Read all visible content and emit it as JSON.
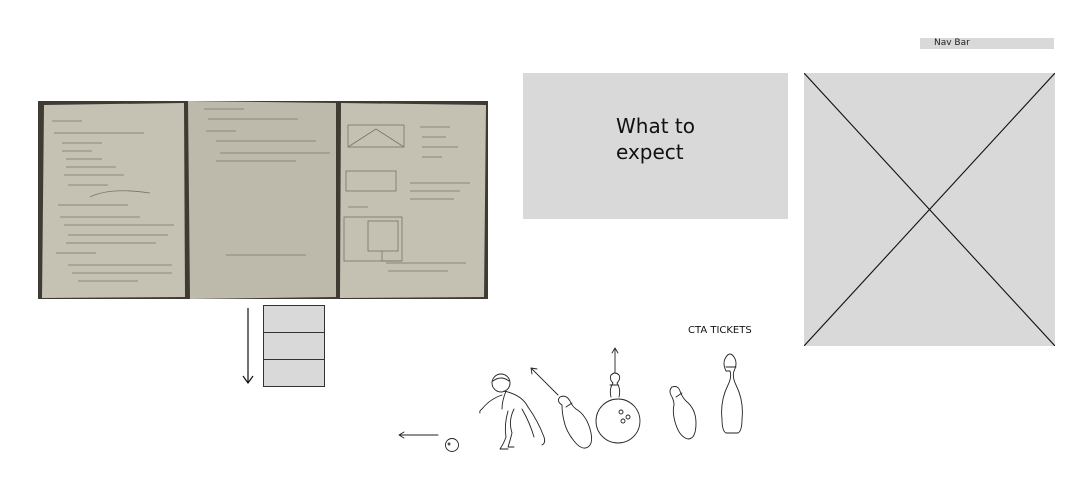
{
  "nav": {
    "label": "Nav Bar",
    "color": "#d9d9d9"
  },
  "expect": {
    "line1": "What to",
    "line2": "expect"
  },
  "cta": {
    "label": "CTA TICKETS"
  },
  "image_placeholder": {
    "icon": "image-placeholder-icon",
    "fill": "#d9d9d9"
  },
  "sketch_photos": {
    "count": 3,
    "paper_color": "#c9c5b6"
  },
  "scroll_stack": {
    "blocks": 3,
    "direction": "down"
  },
  "illustration": {
    "subject": "bowler-throwing-ball",
    "icons": [
      "bowler-icon",
      "bowling-ball-icon",
      "bowling-pin-icon"
    ]
  }
}
